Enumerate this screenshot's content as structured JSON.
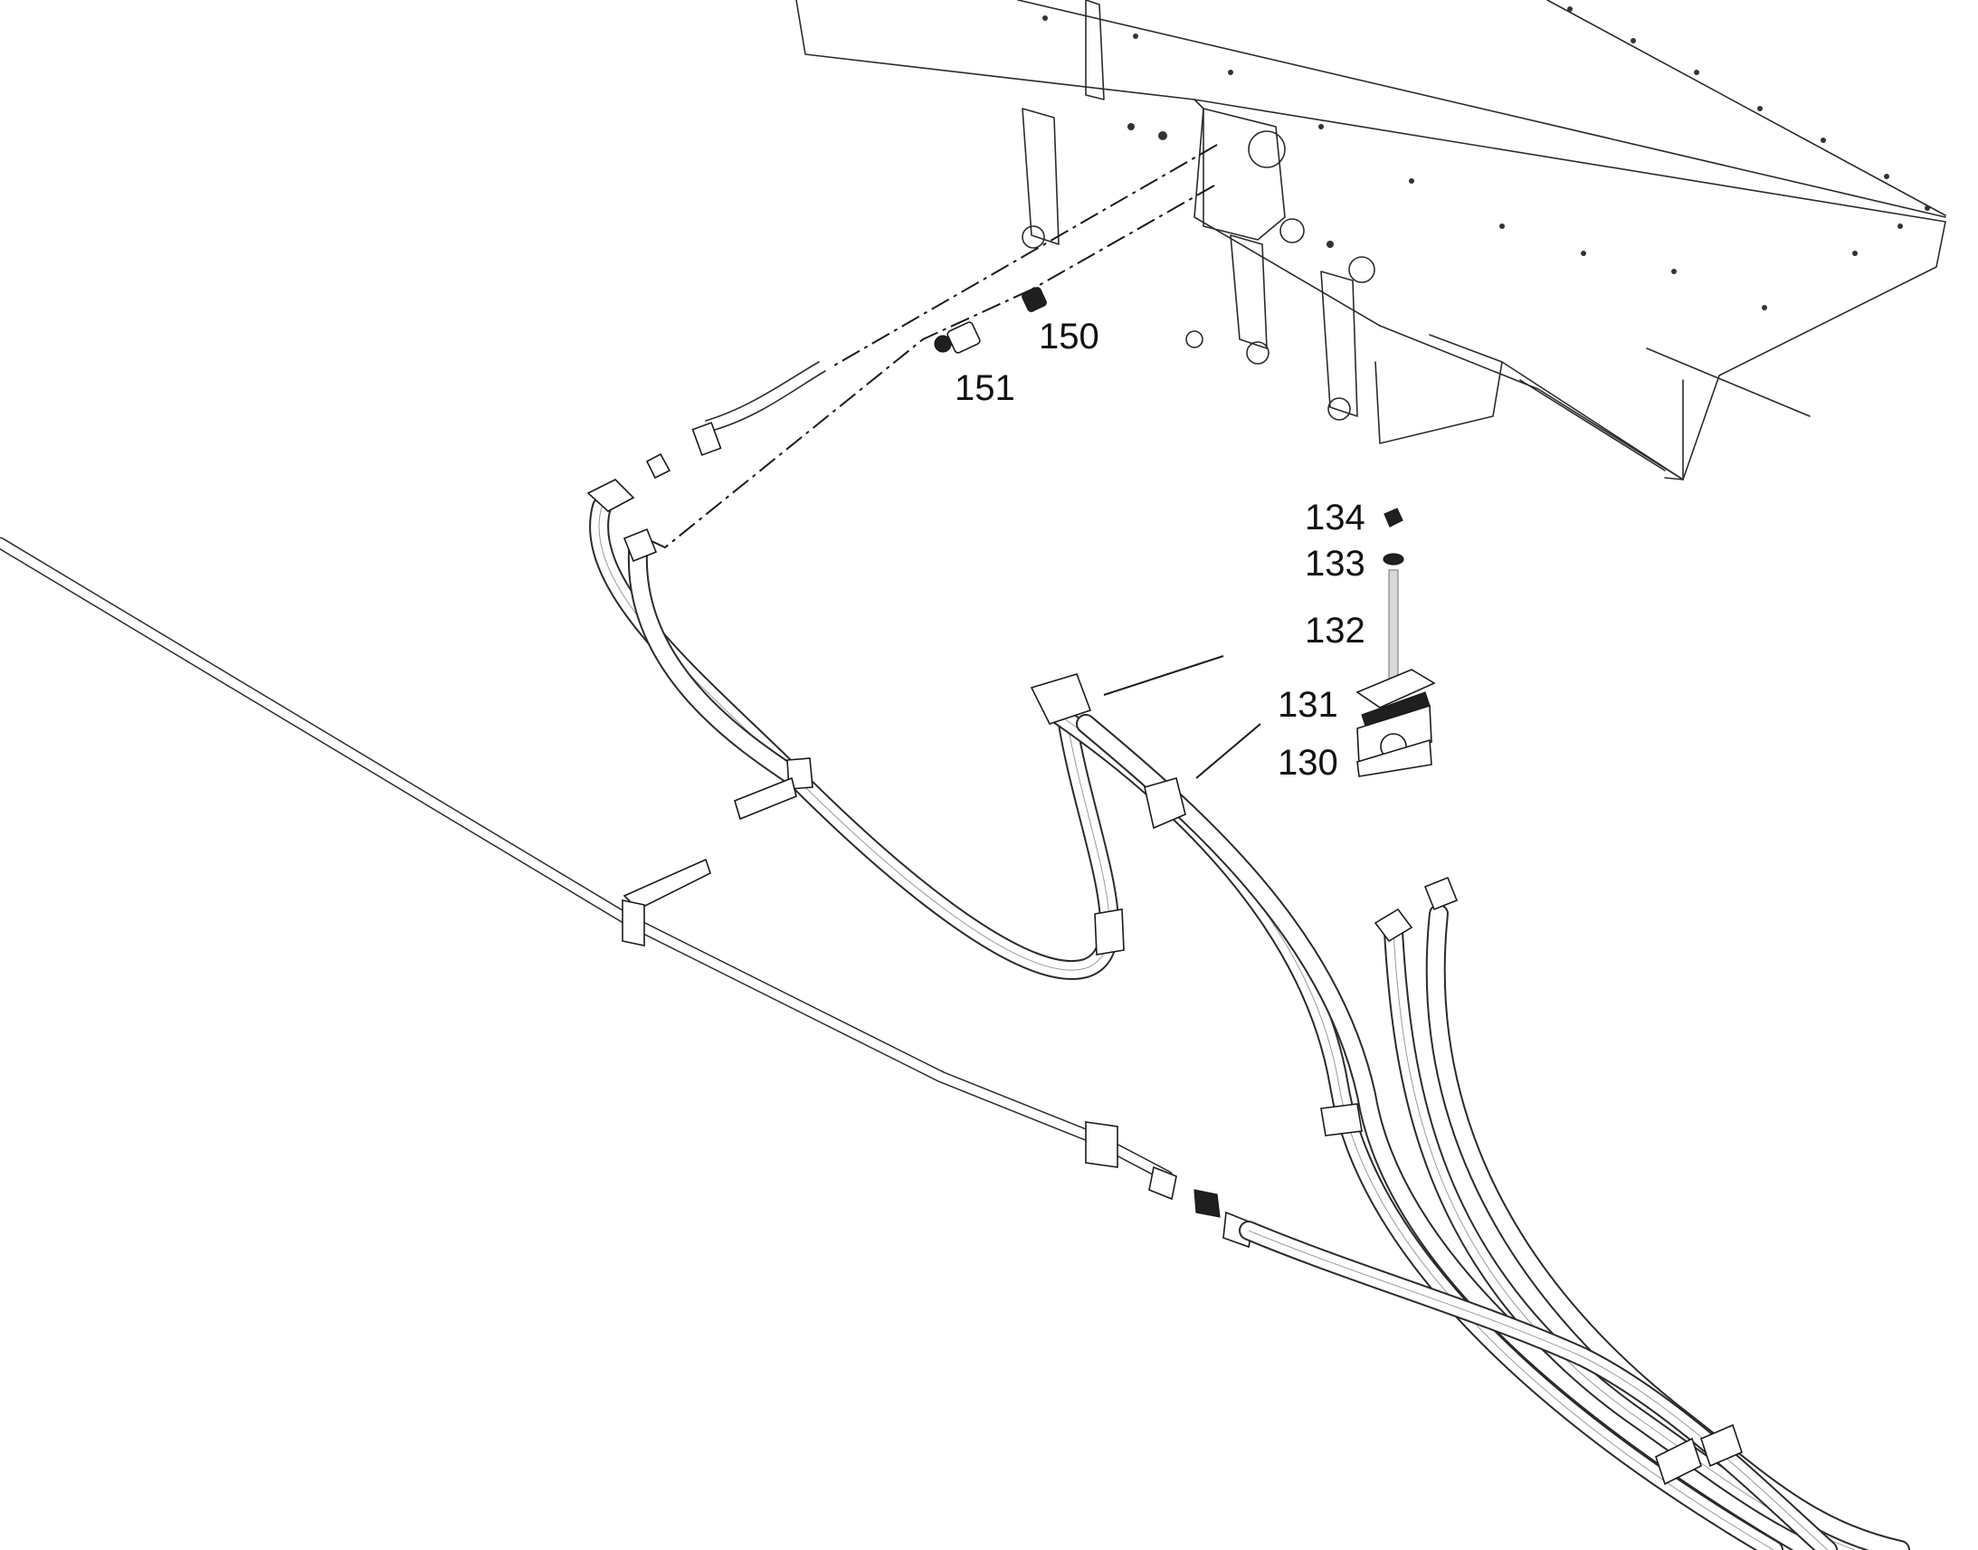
{
  "callouts": [
    {
      "id": "134",
      "text": "134"
    },
    {
      "id": "133",
      "text": "133"
    },
    {
      "id": "132",
      "text": "132"
    },
    {
      "id": "131",
      "text": "131"
    },
    {
      "id": "130",
      "text": "130"
    },
    {
      "id": "150",
      "text": "150"
    },
    {
      "id": "151",
      "text": "151"
    }
  ],
  "colors": {
    "line": "#2b2b2b",
    "background": "#ffffff"
  }
}
